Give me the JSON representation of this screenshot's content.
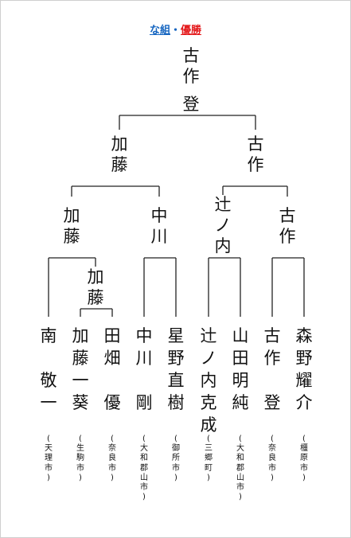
{
  "title": {
    "group": "な組",
    "dot": "・",
    "result": "優勝"
  },
  "winners": {
    "champion": [
      "古",
      "作"
    ],
    "champion_given": "登",
    "semi_left": [
      "加",
      "藤"
    ],
    "semi_right": [
      "古",
      "作"
    ],
    "quarter_1": [
      "加",
      "藤"
    ],
    "quarter_2": [
      "中",
      "川"
    ],
    "quarter_3": [
      "辻",
      "ノ",
      "内"
    ],
    "quarter_4": [
      "古",
      "作"
    ],
    "first_round_1": [
      "加",
      "藤"
    ]
  },
  "players": [
    {
      "name": [
        "南",
        "",
        "敬",
        "一"
      ],
      "region": [
        "(",
        "天",
        "理",
        "市",
        ")"
      ]
    },
    {
      "name": [
        "加",
        "藤",
        "一",
        "葵"
      ],
      "region": [
        "(",
        "生",
        "駒",
        "市",
        ")"
      ]
    },
    {
      "name": [
        "田",
        "畑",
        "",
        "優"
      ],
      "region": [
        "(",
        "奈",
        "良",
        "市",
        ")"
      ]
    },
    {
      "name": [
        "中",
        "川",
        "",
        "剛"
      ],
      "region": [
        "(",
        "大",
        "和",
        "郡",
        "山",
        "市",
        ")"
      ]
    },
    {
      "name": [
        "星",
        "野",
        "直",
        "樹"
      ],
      "region": [
        "(",
        "御",
        "所",
        "市",
        ")"
      ]
    },
    {
      "name": [
        "辻",
        "ノ",
        "内",
        "克",
        "成"
      ],
      "region": [
        "(",
        "三",
        "郷",
        "町",
        ")"
      ]
    },
    {
      "name": [
        "山",
        "田",
        "明",
        "純"
      ],
      "region": [
        "(",
        "大",
        "和",
        "郡",
        "山",
        "市",
        ")"
      ]
    },
    {
      "name": [
        "古",
        "作",
        "",
        "登"
      ],
      "region": [
        "(",
        "奈",
        "良",
        "市",
        ")"
      ]
    },
    {
      "name": [
        "森",
        "野",
        "耀",
        "介"
      ],
      "region": [
        "(",
        "橿",
        "原",
        "市",
        ")"
      ]
    }
  ]
}
